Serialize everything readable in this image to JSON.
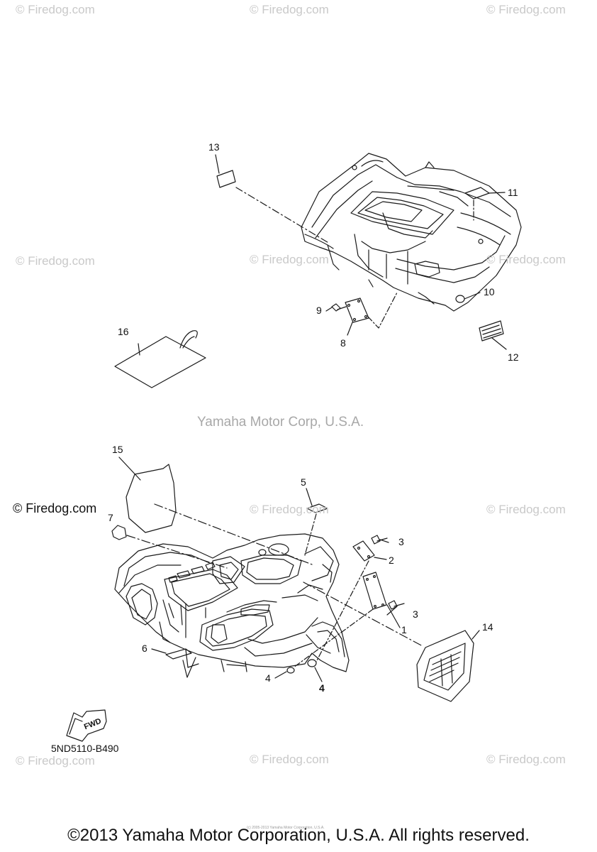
{
  "watermark": {
    "text": "© Firedog.com",
    "color": "#c9c9c9"
  },
  "center_mark": "Yamaha Motor Corp, U.S.A.",
  "corner_mark": "© Firedog.com",
  "part_code": "5ND5110-B490",
  "fwd_label": "FWD",
  "footer_fine": "(c) 2005-2013 Yamaha Motor Corporation, U.S.A.",
  "copyright": "©2013 Yamaha Motor Corporation, U.S.A. All rights reserved.",
  "callouts": {
    "c1": "1",
    "c2": "2",
    "c3a": "3",
    "c3b": "3",
    "c4a": "4",
    "c4b": "4",
    "c5": "5",
    "c6": "6",
    "c7": "7",
    "c8": "8",
    "c9": "9",
    "c10": "10",
    "c11": "11",
    "c12": "12",
    "c13": "13",
    "c14": "14",
    "c15": "15",
    "c16": "16"
  }
}
